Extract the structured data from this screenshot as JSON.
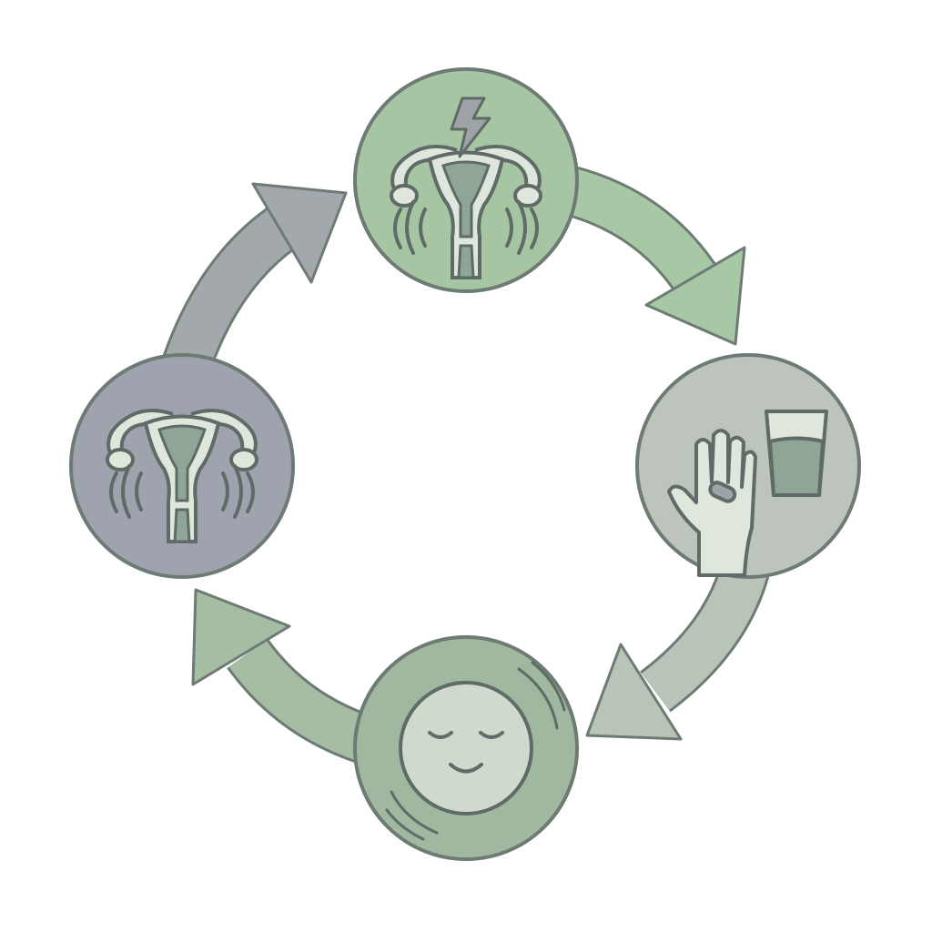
{
  "diagram": {
    "type": "cycle",
    "nodes": [
      {
        "id": "cramp",
        "icon": "uterus-with-lightning-icon",
        "fill": "#a6c5a3"
      },
      {
        "id": "medication",
        "icon": "hand-pill-and-water-glass-icon",
        "fill": "#bcc4bb"
      },
      {
        "id": "relief",
        "icon": "calm-face-icon",
        "fill": "#a0b8a0"
      },
      {
        "id": "calm-uterus",
        "icon": "uterus-icon",
        "fill": "#9ea3ad"
      }
    ],
    "arrows": [
      {
        "from": "cramp",
        "to": "medication",
        "fill": "#a6c8a4"
      },
      {
        "from": "medication",
        "to": "relief",
        "fill": "#b9c4b8"
      },
      {
        "from": "relief",
        "to": "calm-uterus",
        "fill": "#a4bda3"
      },
      {
        "from": "calm-uterus",
        "to": "cramp",
        "fill": "#a3a8ad"
      }
    ],
    "outline_color": "#6e7b74"
  }
}
